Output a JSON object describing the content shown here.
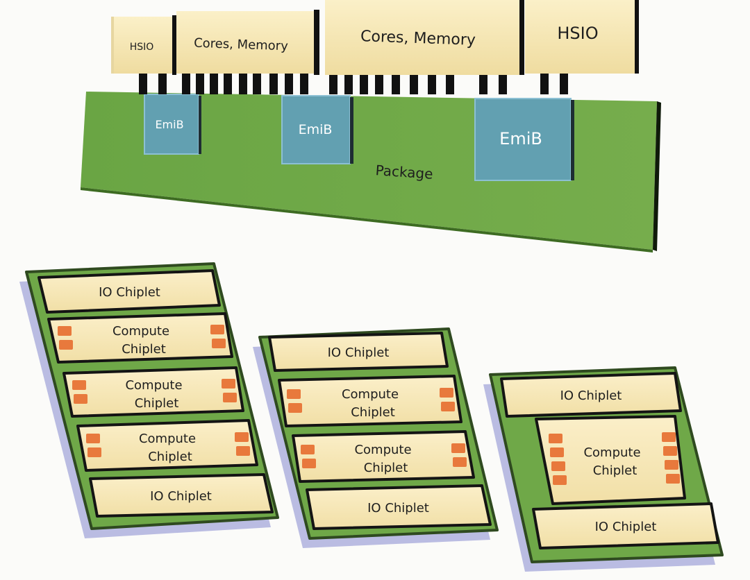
{
  "emib_diagram": {
    "dies": [
      {
        "label": "HSIO"
      },
      {
        "label": "Cores, Memory"
      },
      {
        "label": "Cores, Memory"
      },
      {
        "label": "HSIO"
      }
    ],
    "bridges": [
      {
        "label": "EmiB"
      },
      {
        "label": "EmiB"
      },
      {
        "label": "EmiB"
      }
    ],
    "package_label": "Package"
  },
  "chiplet_packages": [
    {
      "chiplets": [
        {
          "label": "IO Chiplet"
        },
        {
          "label": "Compute Chiplet",
          "line1": "Compute",
          "line2": "Chiplet"
        },
        {
          "label": "Compute Chiplet",
          "line1": "Compute",
          "line2": "Chiplet"
        },
        {
          "label": "Compute Chiplet",
          "line1": "Compute",
          "line2": "Chiplet"
        },
        {
          "label": "IO Chiplet"
        }
      ]
    },
    {
      "chiplets": [
        {
          "label": "IO Chiplet"
        },
        {
          "label": "Compute Chiplet",
          "line1": "Compute",
          "line2": "Chiplet"
        },
        {
          "label": "Compute Chiplet",
          "line1": "Compute",
          "line2": "Chiplet"
        },
        {
          "label": "IO Chiplet"
        }
      ]
    },
    {
      "chiplets": [
        {
          "label": "IO Chiplet"
        },
        {
          "label": "Compute Chiplet",
          "line1": "Compute",
          "line2": "Chiplet"
        },
        {
          "label": "IO Chiplet"
        }
      ]
    }
  ],
  "colors": {
    "substrate": "#6fa848",
    "substrate_dark": "#46752a",
    "die": "#f6e6b2",
    "bridge": "#5f9bab",
    "pad": "#e8793c",
    "bump": "#111111",
    "shadow": "#a4a7da"
  }
}
